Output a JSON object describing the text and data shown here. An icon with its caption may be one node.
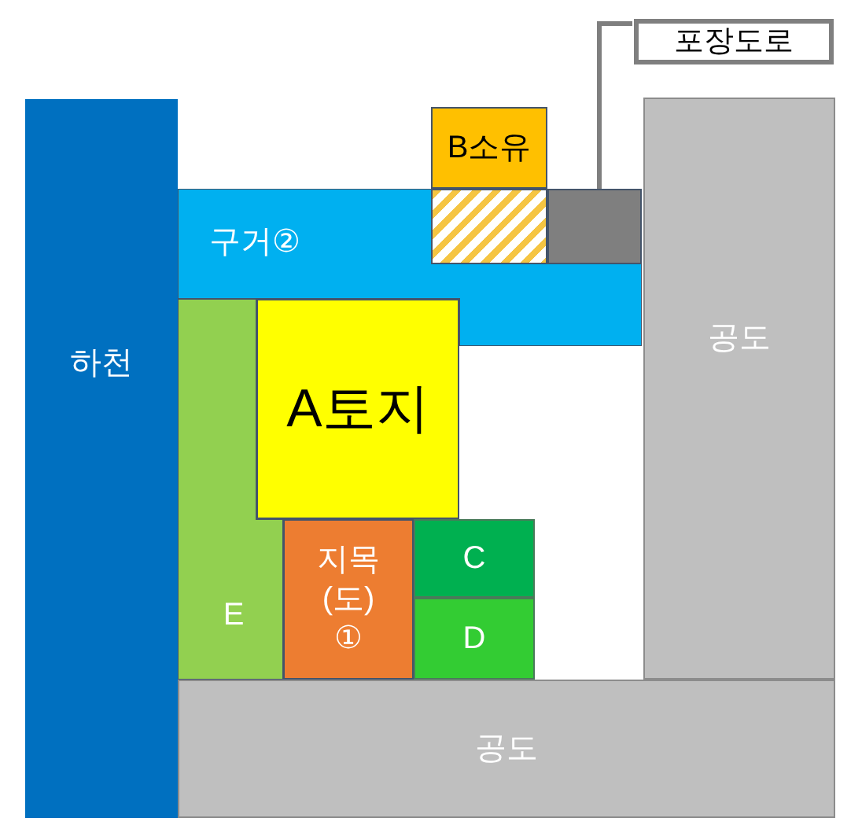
{
  "diagram": {
    "nodes": [
      {
        "text": [
          "포장도로"
        ]
      },
      {
        "text": [
          "B소유"
        ]
      },
      {
        "text": [
          "하천"
        ]
      },
      {
        "text": [
          "구거②"
        ]
      },
      {
        "text": [],
        "shape": "box",
        "in": 3
      },
      {
        "text": [],
        "shape": "box",
        "in": 3
      },
      {
        "text": [
          "공도"
        ]
      },
      {
        "text": [
          "A토지"
        ]
      },
      {
        "text": [
          "E"
        ]
      },
      {
        "text": [
          "지목 (도) ①"
        ]
      },
      {
        "text": [
          "C"
        ]
      },
      {
        "text": [
          "D"
        ]
      },
      {
        "text": [
          "공도"
        ]
      }
    ],
    "edges": [
      {
        "from": 0,
        "to": 5,
        "arrow": "none"
      }
    ]
  }
}
